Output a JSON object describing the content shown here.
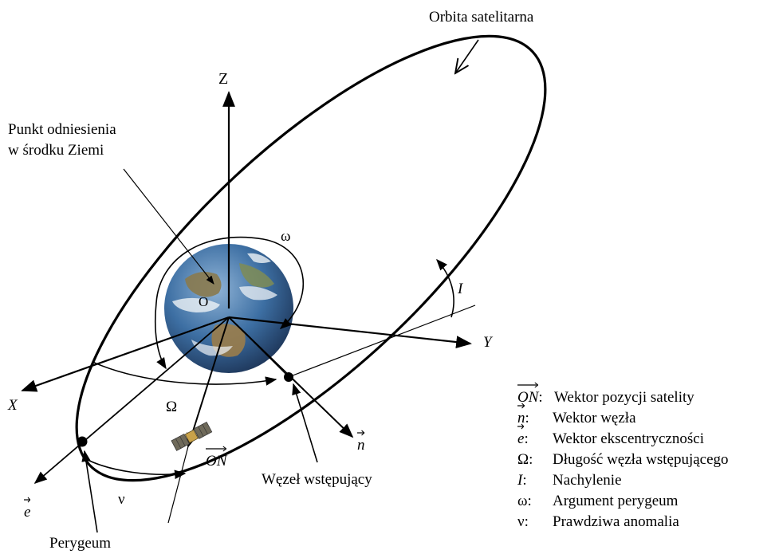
{
  "labels": {
    "orbit": "Orbita satelitarna",
    "z_axis": "Z",
    "y_axis": "Y",
    "x_axis": "X",
    "reference": [
      "Punkt odniesienia",
      "w środku Ziemi"
    ],
    "omega_small": "ω",
    "inclination": "I",
    "origin": "O",
    "omega_big": "Ω",
    "on_vector": "ON",
    "n_vector": "n",
    "e_vector": "e",
    "nu": "ν",
    "ascending_node": "Węzeł wstępujący",
    "perigee": "Perygeum"
  },
  "legend": [
    {
      "symbol": "ON",
      "suffix": ":",
      "description": "Wektor pozycji satelity"
    },
    {
      "symbol": "n",
      "suffix": ":",
      "description": "Wektor węzła"
    },
    {
      "symbol": "e",
      "suffix": ":",
      "description": "Wektor ekscentryczności"
    },
    {
      "symbol": "Ω",
      "suffix": ":",
      "description": "Długość węzła wstępującego"
    },
    {
      "symbol": "I",
      "suffix": ":",
      "description": "Nachylenie"
    },
    {
      "symbol": "ω",
      "suffix": ":",
      "description": "Argument perygeum"
    },
    {
      "symbol": "ν",
      "suffix": ":",
      "description": "Prawdziwa anomalia"
    }
  ],
  "colors": {
    "line": "#000000",
    "ocean": "#3d6fa3",
    "land": "#8a7a4e",
    "cloud": "#eef2f6"
  }
}
